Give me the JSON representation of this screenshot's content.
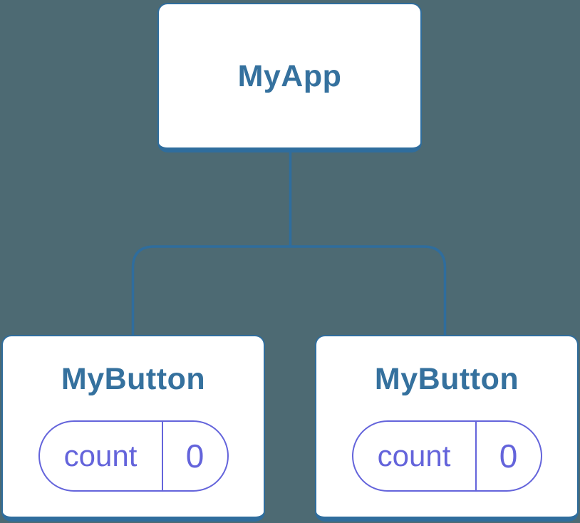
{
  "colors": {
    "background": "#4D6A73",
    "connector": "#2F6D9D",
    "box_border": "#2F6D9D",
    "box_fill": "#FFFFFF",
    "title_text": "#35719E",
    "state_accent": "#6464DB"
  },
  "root": {
    "label": "MyApp"
  },
  "children": [
    {
      "label": "MyButton",
      "state": {
        "name": "count",
        "value": "0"
      }
    },
    {
      "label": "MyButton",
      "state": {
        "name": "count",
        "value": "0"
      }
    }
  ]
}
